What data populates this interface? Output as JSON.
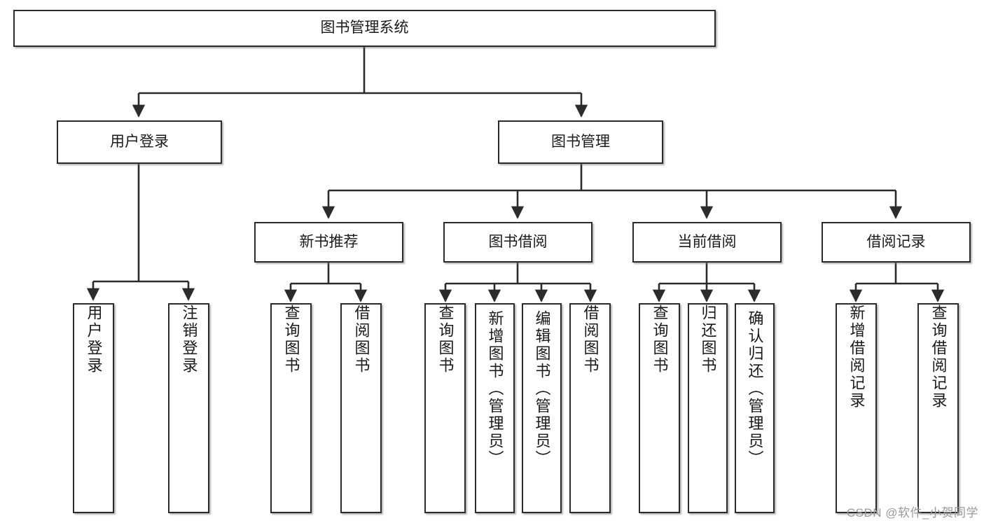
{
  "diagram": {
    "title": "图书管理系统",
    "type": "tree-hierarchy",
    "levels": 4,
    "colors": {
      "node_border": "#2b2b2b",
      "node_fill": "#ffffff",
      "edge": "#2b2b2b",
      "text": "#1a1a1a",
      "watermark": "#9a9a9a"
    },
    "root": {
      "label": "图书管理系统"
    },
    "level2": [
      {
        "label": "用户登录"
      },
      {
        "label": "图书管理"
      }
    ],
    "level3": [
      {
        "label": "新书推荐"
      },
      {
        "label": "图书借阅"
      },
      {
        "label": "当前借阅"
      },
      {
        "label": "借阅记录"
      }
    ],
    "leaves": {
      "user_login": [
        {
          "label": "用户登录"
        },
        {
          "label": "注销登录"
        }
      ],
      "new_book_recommend": [
        {
          "label": "查询图书"
        },
        {
          "label": "借阅图书"
        }
      ],
      "book_borrow": [
        {
          "label": "查询图书"
        },
        {
          "label": "新增图书（管理员）"
        },
        {
          "label": "编辑图书（管理员）"
        },
        {
          "label": "借阅图书"
        }
      ],
      "current_borrow": [
        {
          "label": "查询图书"
        },
        {
          "label": "归还图书"
        },
        {
          "label": "确认归还（管理员）"
        }
      ],
      "borrow_record": [
        {
          "label": "新增借阅记录"
        },
        {
          "label": "查询借阅记录"
        }
      ]
    }
  },
  "watermark": {
    "text": "CSDN @软件_小贺同学"
  }
}
